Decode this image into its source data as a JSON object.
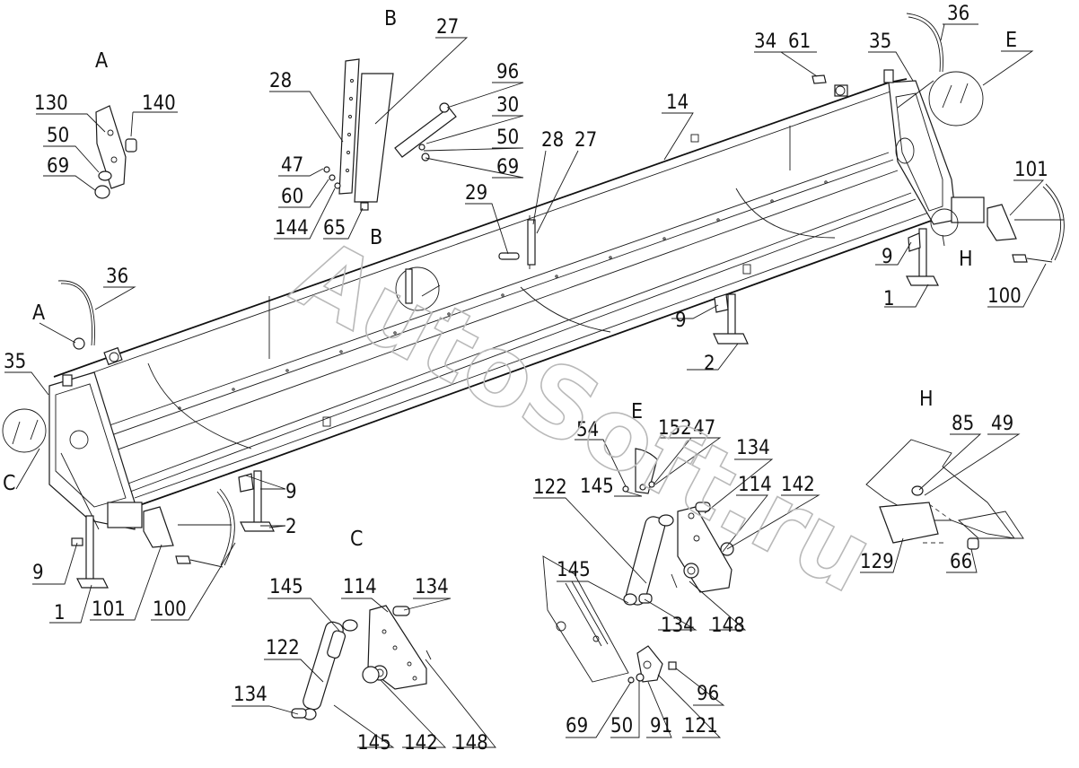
{
  "watermark": "AutoSoft.ru",
  "view_labels": {
    "A": "A",
    "B": "B",
    "C": "C",
    "E": "E",
    "H": "H",
    "A_main": "A",
    "B_main": "B",
    "C_main": "C",
    "E_main": "E",
    "H_main": "H"
  },
  "callouts": {
    "p130": "130",
    "p140": "140",
    "p50a": "50",
    "p69a": "69",
    "p28a": "28",
    "p27a": "27",
    "p47a": "47",
    "p60": "60",
    "p144": "144",
    "p65": "65",
    "p96a": "96",
    "p30": "30",
    "p50b": "50",
    "p69b": "69",
    "p28b": "28",
    "p27b": "27",
    "p29": "29",
    "p14": "14",
    "p34": "34",
    "p61": "61",
    "p35a": "35",
    "p36a": "36",
    "p36b": "36",
    "p35b": "35",
    "p101a": "101",
    "p9a": "9",
    "p1a": "1",
    "p100a": "100",
    "p9b": "9",
    "p2a": "2",
    "p9c": "9",
    "p2b": "2",
    "p9d": "9",
    "p1b": "1",
    "p101b": "101",
    "p100b": "100",
    "p54": "54",
    "p152": "152",
    "p47b": "47",
    "p145a": "145",
    "p134a": "134",
    "p122a": "122",
    "p114a": "114",
    "p142a": "142",
    "p145b": "145",
    "p134b": "134",
    "p148a": "148",
    "p69c": "69",
    "p50c": "50",
    "p91": "91",
    "p121": "121",
    "p96b": "96",
    "p85": "85",
    "p49": "49",
    "p129": "129",
    "p66": "66",
    "p145c": "145",
    "p114b": "114",
    "p134c": "134",
    "p122b": "122",
    "p134d": "134",
    "p145d": "145",
    "p142b": "142",
    "p148b": "148"
  }
}
